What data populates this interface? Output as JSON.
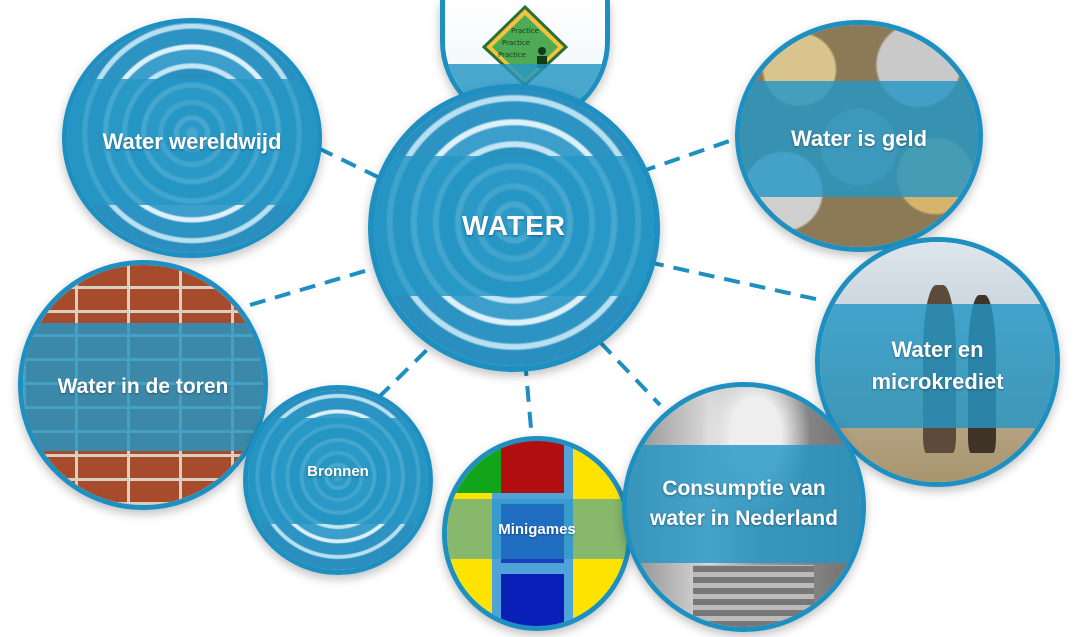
{
  "center": {
    "label": "WATER"
  },
  "nodes": {
    "wereldwijd": "Water wereldwijd",
    "geld": "Water is geld",
    "microkrediet_line1": "Water en",
    "microkrediet_line2": "microkrediet",
    "toren": "Water in de toren",
    "bronnen": "Bronnen",
    "minigames": "Minigames",
    "consumptie_line1": "Consumptie van",
    "consumptie_line2": "water in Nederland"
  },
  "practice_sign": {
    "line1": "Practice",
    "line2": "Practice",
    "line3": "Practice",
    "line4": "..."
  },
  "colors": {
    "accent": "#1d8fc0",
    "band": "#2496c4",
    "connector": "#1d8fc0"
  }
}
